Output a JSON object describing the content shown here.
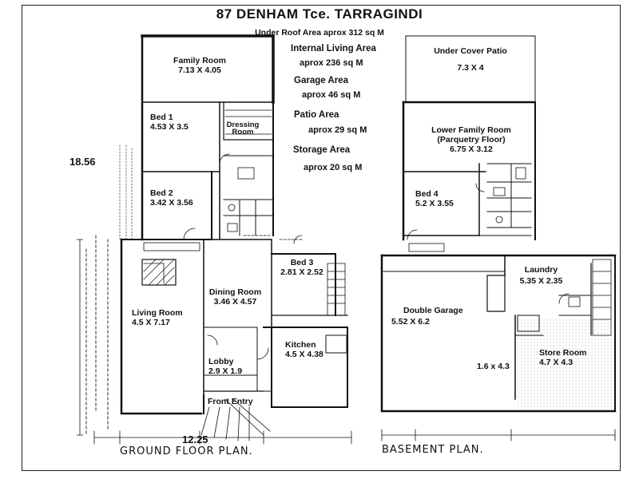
{
  "title": "87 DENHAM Tce. TARRAGINDI",
  "subtitle": "Under Roof Area aprox 312 sq M",
  "areas": [
    {
      "label": "Internal Living Area",
      "value": "aprox 236 sq M"
    },
    {
      "label": "Garage Area",
      "value": "aprox 46 sq M"
    },
    {
      "label": "Patio Area",
      "value": "aprox 29 sq M"
    },
    {
      "label": "Storage Area",
      "value": "aprox 20 sq M"
    }
  ],
  "ground_floor": {
    "plan_label": "GROUND FLOOR PLAN.",
    "width_dim": "12.25",
    "height_dim": "18.56",
    "rooms": {
      "family_room": {
        "name": "Family Room",
        "size": "7.13 X 4.05"
      },
      "bed1": {
        "name": "Bed 1",
        "size": "4.53 X 3.5"
      },
      "dressing": {
        "name": "Dressing Room"
      },
      "bed2": {
        "name": "Bed 2",
        "size": "3.42 X 3.56"
      },
      "bed3": {
        "name": "Bed 3",
        "size": "2.81 X 2.52"
      },
      "dining": {
        "name": "Dining Room",
        "size": "3.46 X 4.57"
      },
      "living": {
        "name": "Living Room",
        "size": "4.5 X 7.17"
      },
      "kitchen": {
        "name": "Kitchen",
        "size": "4.5 X 4.38"
      },
      "lobby": {
        "name": "Lobby",
        "size": "2.9 X 1.9"
      },
      "front_entry": {
        "name": "Front Entry"
      }
    }
  },
  "basement": {
    "plan_label": "BASEMENT PLAN.",
    "rooms": {
      "patio": {
        "name": "Under Cover Patio",
        "size": "7.3 X 4"
      },
      "lower_family": {
        "name": "Lower Family Room",
        "note": "(Parquetry Floor)",
        "size": "6.75 X 3.12"
      },
      "bed4": {
        "name": "Bed 4",
        "size": "5.2 X 3.55"
      },
      "laundry": {
        "name": "Laundry",
        "size": "5.35 X 2.35"
      },
      "garage": {
        "name": "Double Garage",
        "size": "5.52 X 6.2"
      },
      "store": {
        "name": "Store Room",
        "size": "4.7 X 4.3"
      },
      "small_store": {
        "size": "1.6 x 4.3"
      }
    }
  }
}
